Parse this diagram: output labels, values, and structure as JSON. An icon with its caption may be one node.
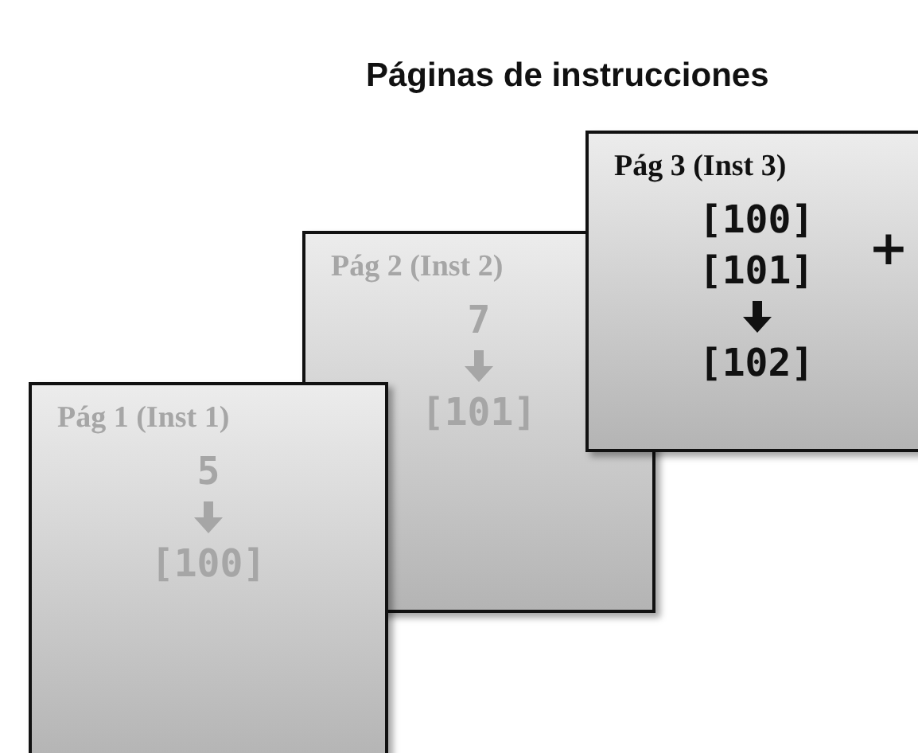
{
  "diagram": {
    "title": "Páginas de instrucciones",
    "nodes": [
      {
        "text": [
          "Pág 1 (Inst 1)",
          "5",
          "[100]"
        ]
      },
      {
        "text": [
          "Pág 2 (Inst 2)",
          "7",
          "[101]"
        ]
      },
      {
        "text": [
          "Pág 3 (Inst 3)",
          "[100]",
          "[101]",
          "+",
          "[102]"
        ]
      }
    ]
  }
}
